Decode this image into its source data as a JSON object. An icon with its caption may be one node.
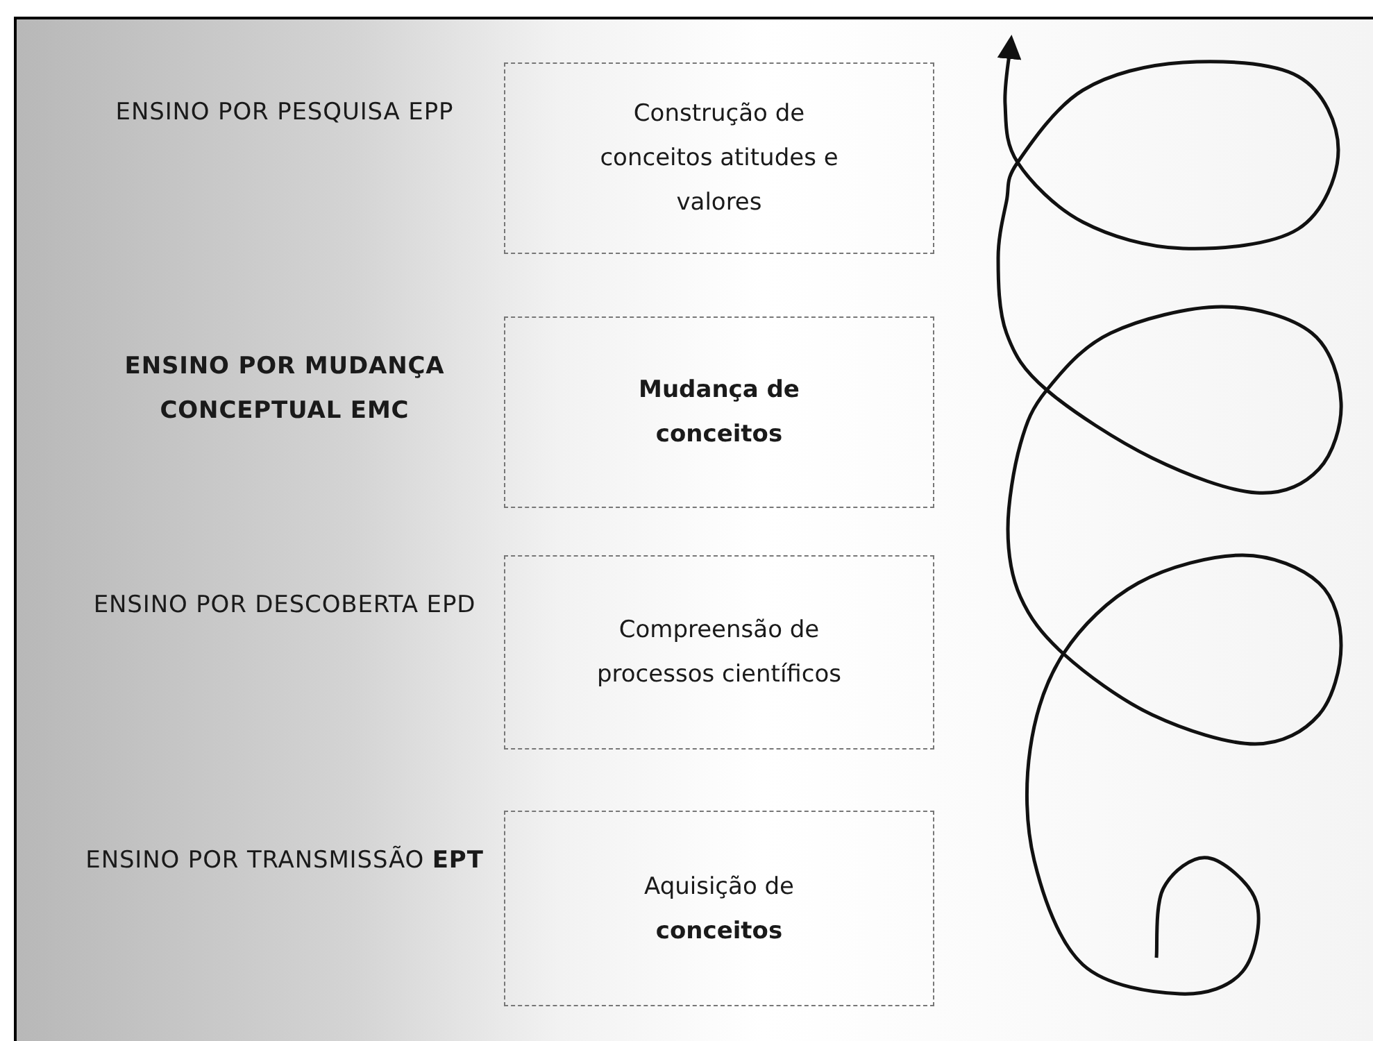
{
  "diagram": {
    "nodes": [
      {
        "text": [
          "Construção de conceitos atitudes e valores"
        ]
      },
      {
        "text": [
          "Mudança de conceitos"
        ]
      },
      {
        "text": [
          "Compreensão de processos científicos"
        ]
      },
      {
        "text": [
          "Aquisição de **conceitos**"
        ]
      }
    ],
    "edges": [],
    "labels": [
      "ENSINO POR PESQUISA EPP",
      "ENSINO POR MUDANÇA CONCEPTUAL EMC",
      "ENSINO POR DESCOBERTA EPD",
      "ENSINO POR TRANSMISSÃO **EPT**"
    ]
  }
}
